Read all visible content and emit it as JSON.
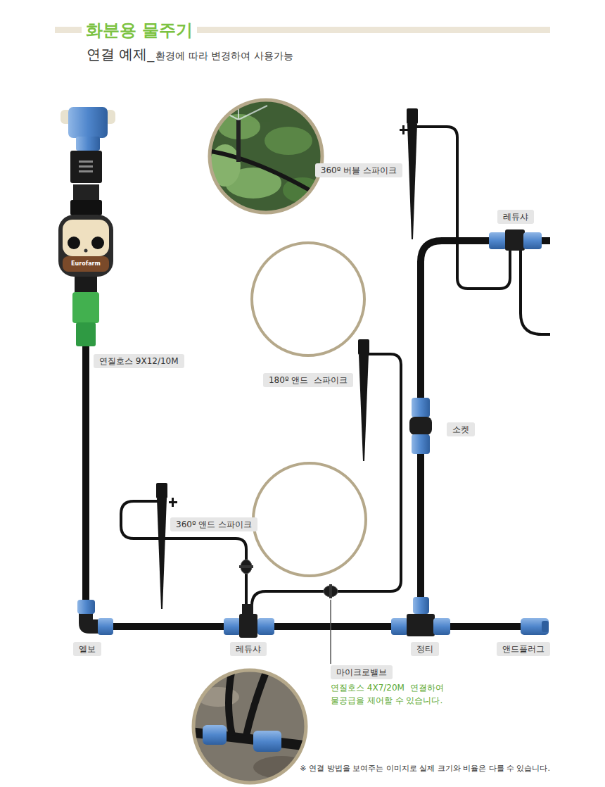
{
  "diagram": {
    "title": "화분용 물주기",
    "nodes": [
      {
        "text": [
          "360º 버블 스파이크"
        ]
      },
      {
        "text": [
          "레듀샤"
        ]
      },
      {
        "text": [
          "연질호스 9X12/10M"
        ]
      },
      {
        "text": [
          "180º 앤드  스파이크"
        ]
      },
      {
        "text": [
          "소켓"
        ]
      },
      {
        "text": [
          "360º 앤드 스파이크"
        ]
      },
      {
        "text": [
          "엘보"
        ]
      },
      {
        "text": [
          "레듀샤"
        ]
      },
      {
        "text": [
          "정티"
        ]
      },
      {
        "text": [
          "앤드플러그"
        ]
      },
      {
        "text": [
          "마이크로밸브"
        ]
      }
    ],
    "labels": [
      "연결 예제_",
      "환경에 따라 변경하여 사용가능",
      "Eurofarm",
      "연질호스 4X7/20M  연결하여 물공급을 제어할 수 있습니다.",
      "※ 연결 방법을 보여주는 이미지로 실제 크기와 비율은 다를 수 있습니다."
    ]
  }
}
